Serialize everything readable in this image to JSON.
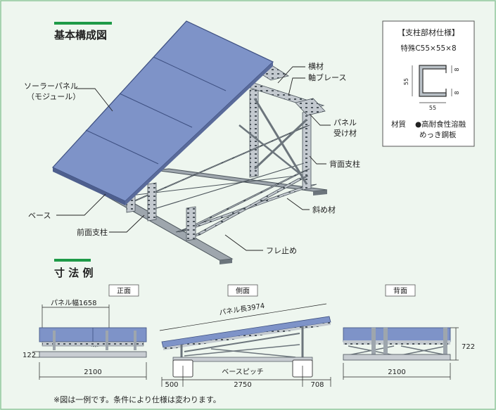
{
  "section_basic": {
    "title": "基本構成図"
  },
  "labels": {
    "solar_panel_line1": "ソーラーパネル",
    "solar_panel_line2": "（モジュール）",
    "base": "ベース",
    "front_post": "前面支柱",
    "yokozai": "横材",
    "jiku_brace": "軸ブレース",
    "panel_support_line1": "パネル",
    "panel_support_line2": "受け材",
    "back_post": "背面支柱",
    "diagonal": "斜め材",
    "sway_stop": "フレ止め"
  },
  "spec_box": {
    "title": "【支柱部材仕様】",
    "model": "特殊C55×55×8",
    "dim_height": "55",
    "dim_width": "55",
    "dim_lip_top": "8",
    "dim_lip_bottom": "8",
    "material_label": "材質",
    "material_value_line1": "●高耐食性溶融",
    "material_value_line2": "めっき鋼板"
  },
  "section_dim": {
    "title": "寸 法 例"
  },
  "views": {
    "front": {
      "title": "正面",
      "panel_width": "パネル幅1658",
      "height": "122",
      "width": "2100"
    },
    "side": {
      "title": "側面",
      "panel_length": "パネル長3974",
      "base_pitch": "ベースピッチ",
      "left": "500",
      "middle": "2750",
      "right": "708"
    },
    "back": {
      "title": "背面",
      "height": "722",
      "width": "2100"
    }
  },
  "footnote": "※図は一例です。条件により仕様は変わります。",
  "colors": {
    "background": "#eef6ef",
    "border": "#8fc79b",
    "accent": "#1e9a47",
    "panel": "#7e93c8",
    "steel": "#b9c0c6",
    "steel_dark": "#4a535a"
  }
}
